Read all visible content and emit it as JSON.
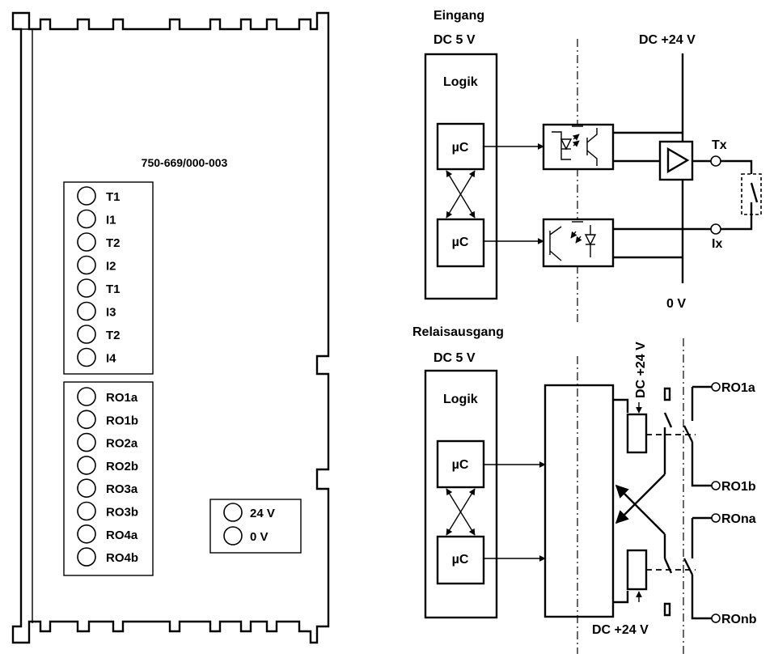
{
  "module": {
    "part_number": "750-669/000-003",
    "input_terminals": [
      "T1",
      "I1",
      "T2",
      "I2",
      "T1",
      "I3",
      "T2",
      "I4"
    ],
    "relay_terminals": [
      "RO1a",
      "RO1b",
      "RO2a",
      "RO2b",
      "RO3a",
      "RO3b",
      "RO4a",
      "RO4b"
    ],
    "supply_terminals": [
      "24 V",
      "0 V"
    ]
  },
  "input_circuit": {
    "title": "Eingang",
    "logic_supply": "DC 5 V",
    "logic_label": "Logik",
    "mcu_top": "µC",
    "mcu_bottom": "µC",
    "field_supply": "DC +24 V",
    "ground": "0 V",
    "tx_label": "Tx",
    "ix_label": "Ix"
  },
  "relay_circuit": {
    "title": "Relaisausgang",
    "logic_supply": "DC 5 V",
    "logic_label": "Logik",
    "mcu_top": "µC",
    "mcu_bottom": "µC",
    "supply_top": "DC +24 V",
    "supply_bottom": "DC +24 V",
    "out_1a": "RO1a",
    "out_1b": "RO1b",
    "out_na": "ROna",
    "out_nb": "ROnb"
  }
}
